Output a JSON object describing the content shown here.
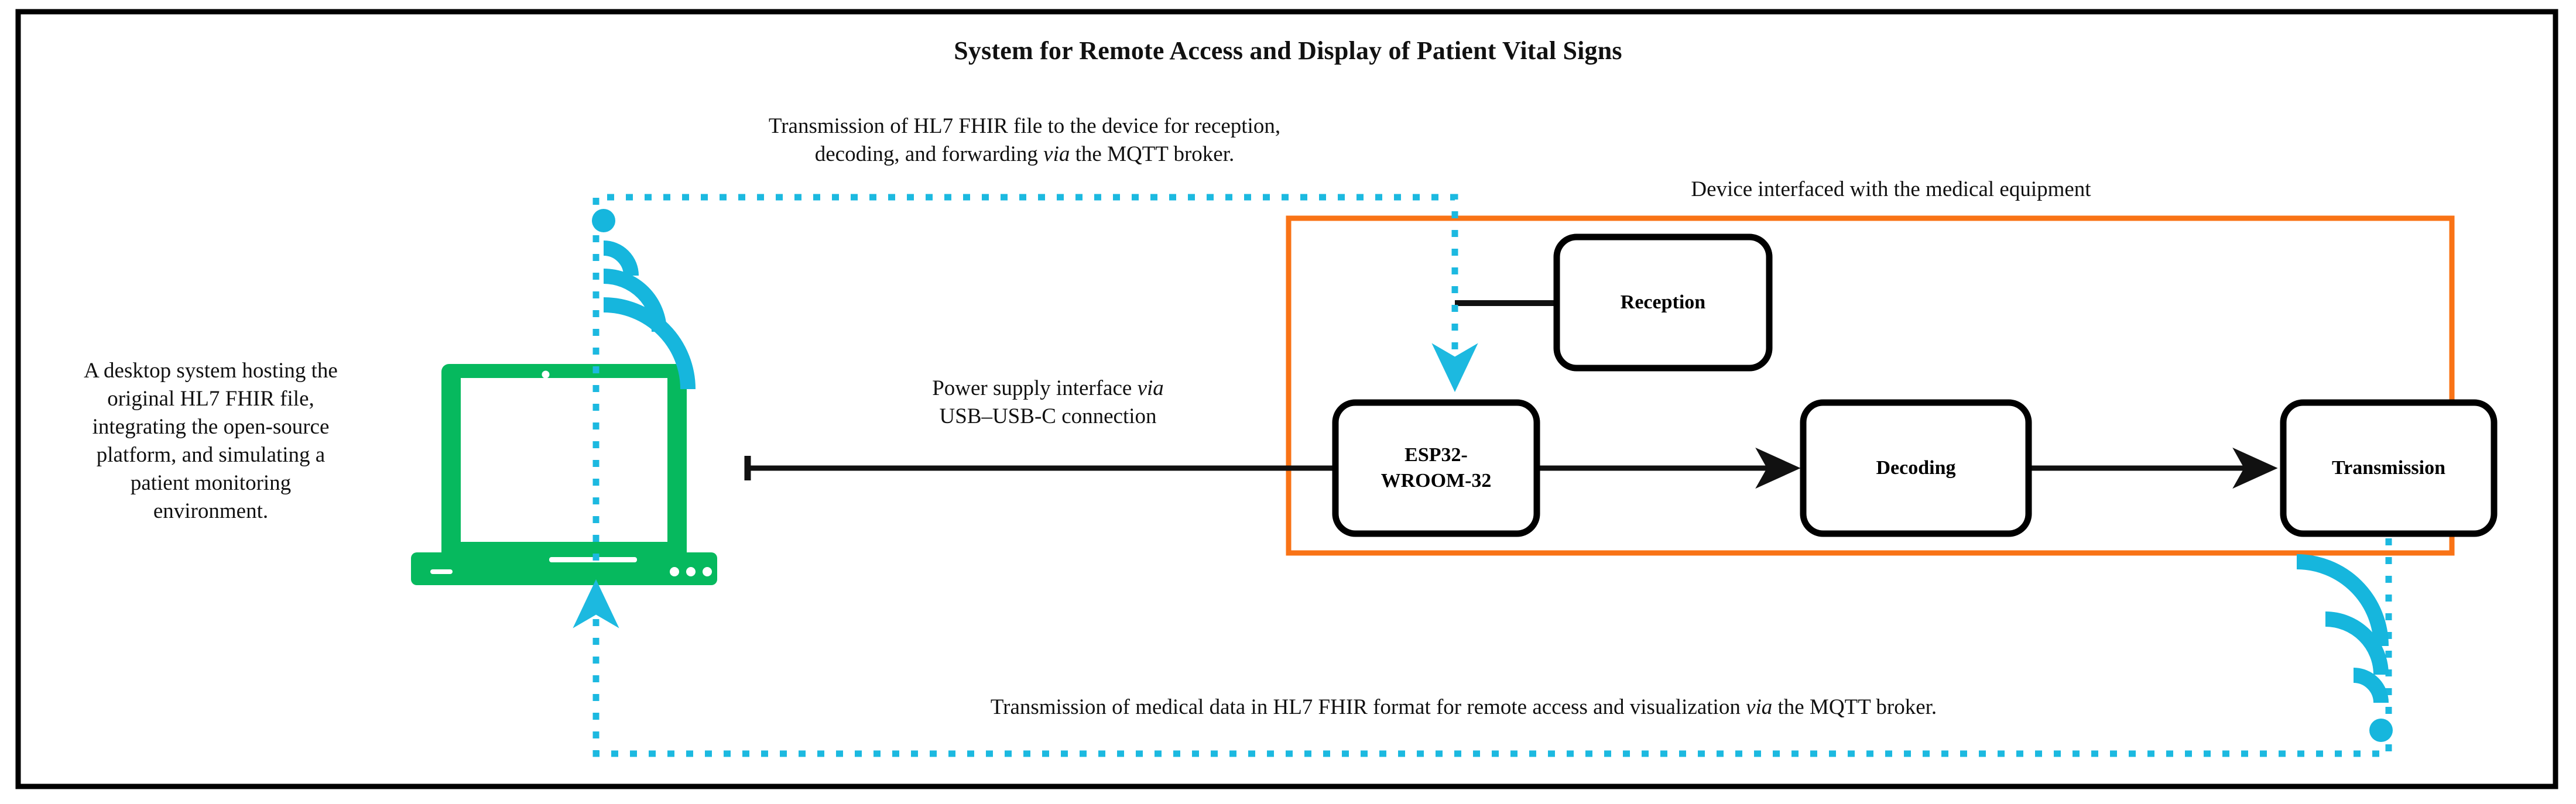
{
  "figure": {
    "title": "System for Remote Access and Display of Patient Vital Signs",
    "type": "system-architecture-diagram",
    "frame_color": "#000000"
  },
  "colors": {
    "frame": "#000000",
    "laptop_green": "#06b95e",
    "wifi_cyan": "#16b6dd",
    "dotted_cyan": "#1cb9e0",
    "device_orange": "#f97316",
    "node_border": "#000000",
    "text": "#111111"
  },
  "annotations": {
    "left_description": {
      "lines": [
        "A desktop system hosting the",
        "original HL7 FHIR file,",
        "integrating the open-source",
        "platform, and simulating a",
        "patient monitoring",
        "environment."
      ]
    },
    "top_flow": {
      "line1": "Transmission of HL7 FHIR file to the device for reception,",
      "line2_pre": "decoding, and forwarding ",
      "line2_italic": "via",
      "line2_post": " the MQTT broker."
    },
    "power_link": {
      "line1_pre": "Power supply interface ",
      "line1_italic": "via",
      "line2": "USB–USB-C connection"
    },
    "device_group_label": "Device interfaced with the medical equipment",
    "bottom_flow": {
      "pre": "Transmission of medical data in HL7 FHIR format for remote access and visualization ",
      "italic": "via",
      "post": " the MQTT broker."
    }
  },
  "nodes": [
    {
      "id": "reception",
      "label": "Reception",
      "lines": [
        "Reception"
      ]
    },
    {
      "id": "esp32",
      "label": "ESP32-WROOM-32",
      "lines": [
        "ESP32-",
        "WROOM-32"
      ]
    },
    {
      "id": "decoding",
      "label": "Decoding",
      "lines": [
        "Decoding"
      ]
    },
    {
      "id": "transmission",
      "label": "Transmission",
      "lines": [
        "Transmission"
      ]
    }
  ],
  "icons": {
    "laptop": "laptop-icon",
    "wifi_top_left": "wifi-signal-icon",
    "wifi_bottom_right": "wifi-signal-icon"
  }
}
